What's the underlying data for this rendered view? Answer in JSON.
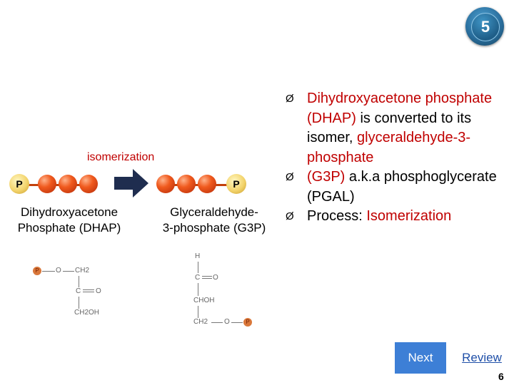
{
  "badge": {
    "number": "5"
  },
  "diagram": {
    "isomerization_label": "isomerization",
    "phosphate_symbol": "P",
    "left_name_line1": "Dihydroxyacetone",
    "left_name_line2": "Phosphate (DHAP)",
    "right_name_line1": "Glyceraldehyde-",
    "right_name_line2": "3-phosphate (G3P)"
  },
  "structures": {
    "dhap": {
      "ch2_top": "CH2",
      "o": "O",
      "c": "C",
      "o2": "O",
      "ch2oh": "CH2OH",
      "p": "P"
    },
    "g3p": {
      "h": "H",
      "c": "C",
      "o": "O",
      "choh": "CHOH",
      "ch2": "CH2",
      "o2": "O",
      "p": "P"
    }
  },
  "bullets": {
    "b1_part1": "Dihydroxyacetone phosphate (DHAP)",
    "b1_part2": " is converted to its isomer, ",
    "b1_part3": "glyceraldehyde-3-phosphate",
    "b2_part1": "(G3P)",
    "b2_part2": " a.k.a phosphoglycerate (PGAL)",
    "b3_part1": "Process:  ",
    "b3_part2": "Isomerization",
    "marker": "Ø"
  },
  "nav": {
    "next_label": "Next",
    "review_label": "Review",
    "slide_number": "6"
  },
  "colors": {
    "accent_red": "#c00000",
    "button_blue": "#3d7fd6",
    "link_blue": "#1f4fa8"
  }
}
